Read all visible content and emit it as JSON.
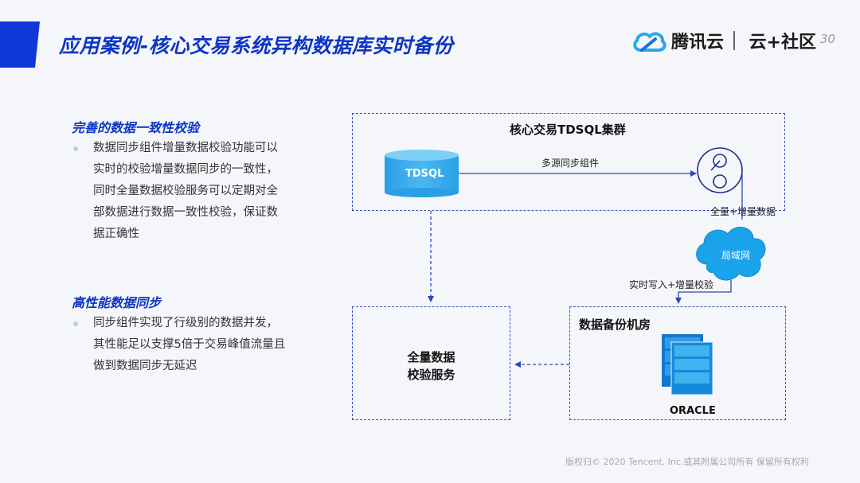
{
  "header": {
    "title": "应用案例-核心交易系统异构数据库实时备份",
    "logo_brand": "腾讯云",
    "logo_community": "云+社区",
    "page_number": "30"
  },
  "left": {
    "section1": {
      "heading": "完善的数据一致性校验",
      "lines": [
        "数据同步组件增量数据校验功能可以",
        "实时的校验增量数据同步的一致性，",
        "同时全量数据校验服务可以定期对全",
        "部数据进行数据一致性校验，保证数",
        "据正确性"
      ]
    },
    "section2": {
      "heading": "高性能数据同步",
      "lines": [
        "同步组件实现了行级别的数据并发，",
        "其性能足以支撑5倍于交易峰值流量且",
        "做到数据同步无延迟"
      ]
    }
  },
  "diagram": {
    "cluster_title": "核心交易TDSQL集群",
    "tdsql_label": "TDSQL",
    "sync_component_label": "多源同步组件",
    "full_incremental_label": "全量+增量数据",
    "lan_label": "局域网",
    "realtime_write_label": "实时写入+增量校验",
    "backup_room_title": "数据备份机房",
    "oracle_label": "ORACLE",
    "verify_service_line1": "全量数据",
    "verify_service_line2": "校验服务"
  },
  "footer": {
    "copyright": "版权归© 2020 Tencent, Inc.或其附属公司所有 保留所有权利"
  },
  "colors": {
    "accent": "#0c34c8",
    "cyan": "#2aa8e8",
    "dash": "#3a4fb8"
  }
}
